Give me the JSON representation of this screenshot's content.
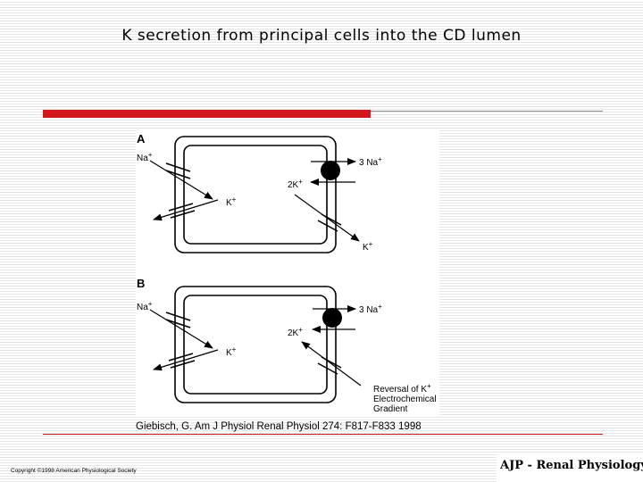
{
  "slide": {
    "title": "K secretion from principal cells into the CD lumen",
    "citation": "Giebisch, G. Am J Physiol Renal Physiol 274: F817-F833 1998",
    "copyright": "Copyright ©1998 American Physiological Society",
    "journal": "AJP - Renal Physiology"
  },
  "panels": [
    {
      "letter": "A",
      "na_left": "Na",
      "na_right": "3 Na",
      "k_pump": "2K",
      "k_apical": "K",
      "k_basolateral": "K",
      "gradient_label": []
    },
    {
      "letter": "B",
      "na_left": "Na",
      "na_right": "3 Na",
      "k_pump": "2K",
      "k_apical": "K",
      "k_basolateral": "",
      "gradient_label": [
        "Reversal of K",
        "Electrochemical",
        "Gradient"
      ]
    }
  ],
  "charge_symbol": "+"
}
